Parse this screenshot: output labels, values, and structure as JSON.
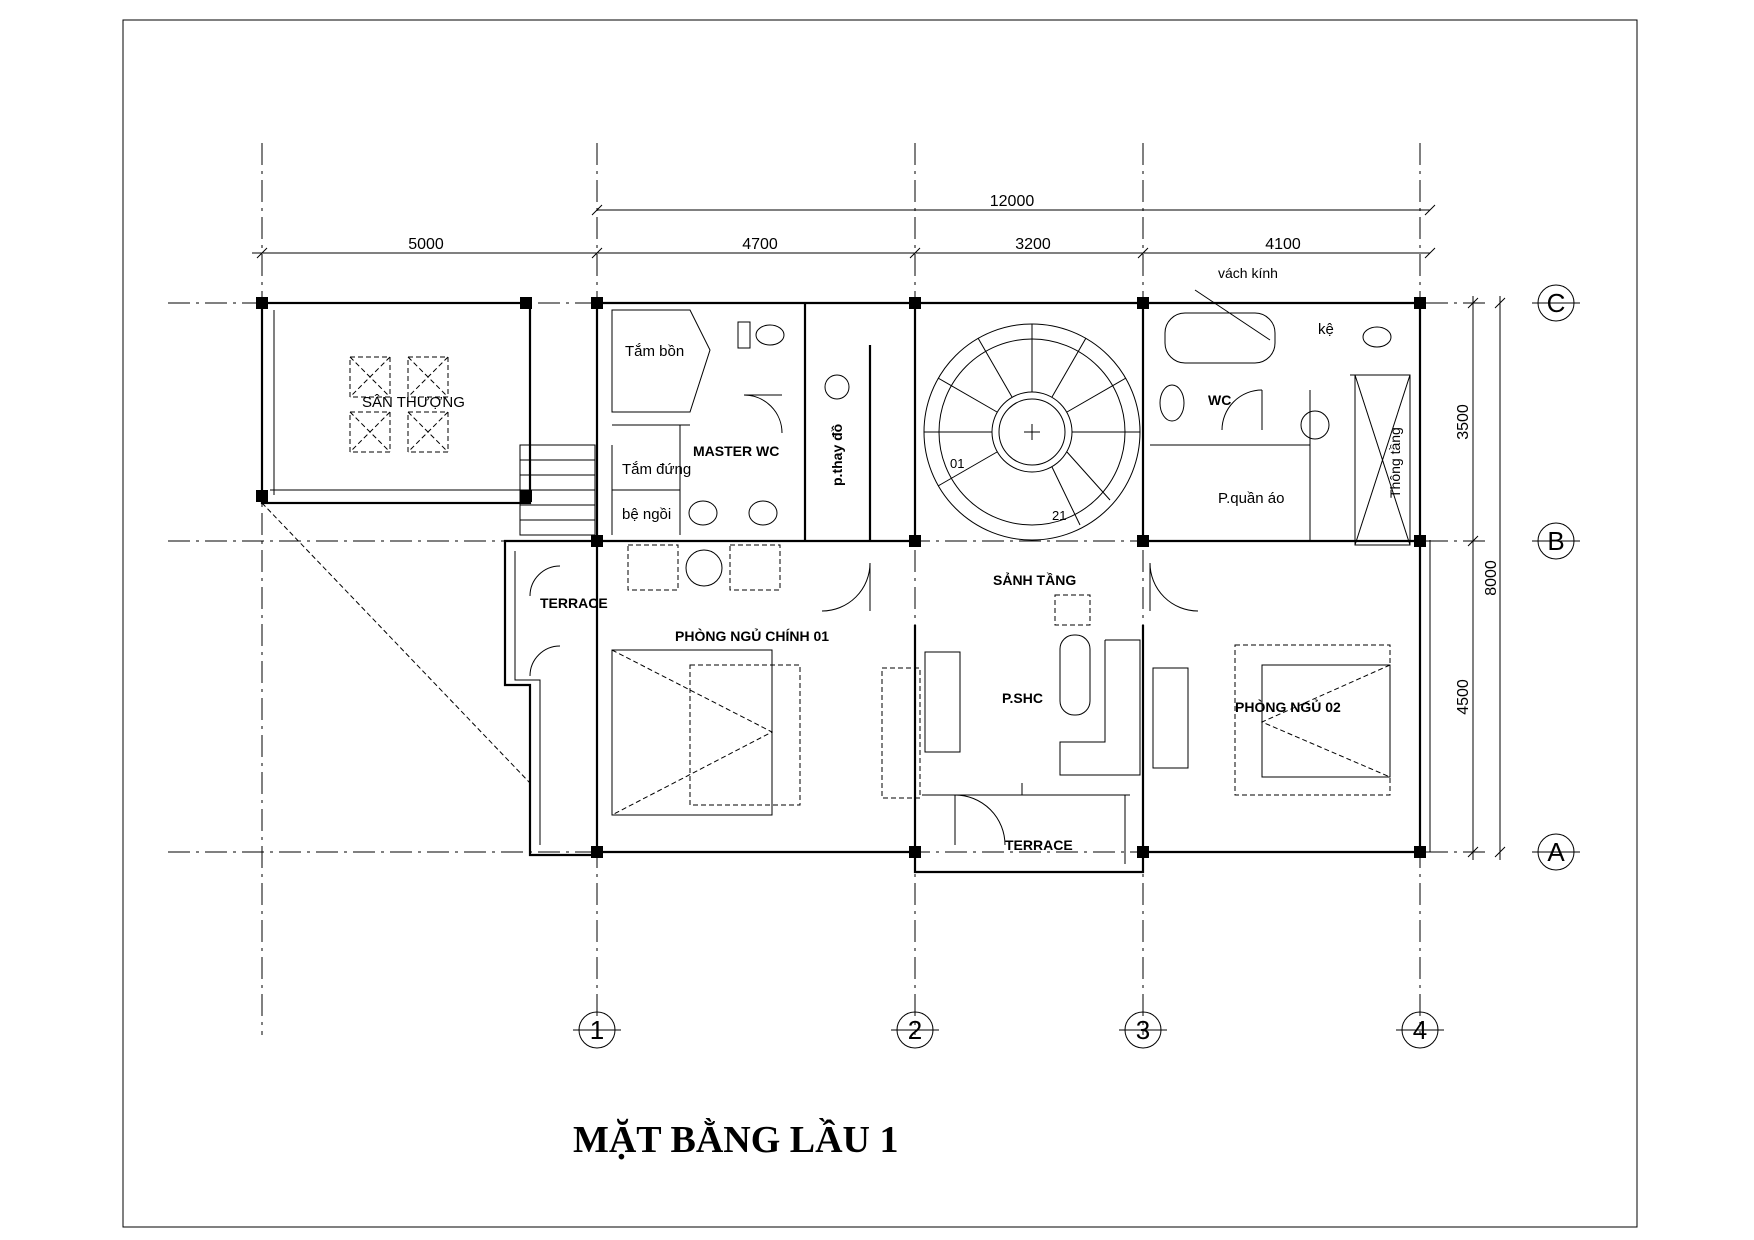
{
  "drawing": {
    "title": "MẶT BẰNG LẦU 1",
    "dimensions": {
      "overall": "12000",
      "bay_1": "5000",
      "bay_2": "4700",
      "bay_3": "3200",
      "bay_4": "4100",
      "right_total": "8000",
      "right_top": "3500",
      "right_bottom": "4500"
    },
    "grid_rows": [
      "C",
      "B",
      "A"
    ],
    "grid_cols": [
      "1",
      "2",
      "3",
      "4"
    ],
    "rooms": {
      "san_thuong": "SÂN THƯỢNG",
      "tam_bon": "Tắm bồn",
      "tam_dung": "Tắm đứng",
      "be_ngoi": "bệ ngồi",
      "master_wc": "MASTER WC",
      "p_thay_do": "p.thay đồ",
      "vach_kinh": "vách kính",
      "ke": "kệ",
      "wc": "WC",
      "p_quan_ao": "P.quần áo",
      "thong_tang": "Thông tầng",
      "sanh_tang": "SẢNH TẦNG",
      "terrace_left": "TERRACE",
      "phong_ngu_chinh": "PHÒNG NGỦ CHÍNH 01",
      "p_shc": "P.SHC",
      "phong_ngu_02": "PHÒNG NGỦ  02",
      "terrace_bottom": "TERRACE",
      "stair_start": "01",
      "stair_end": "21"
    }
  }
}
